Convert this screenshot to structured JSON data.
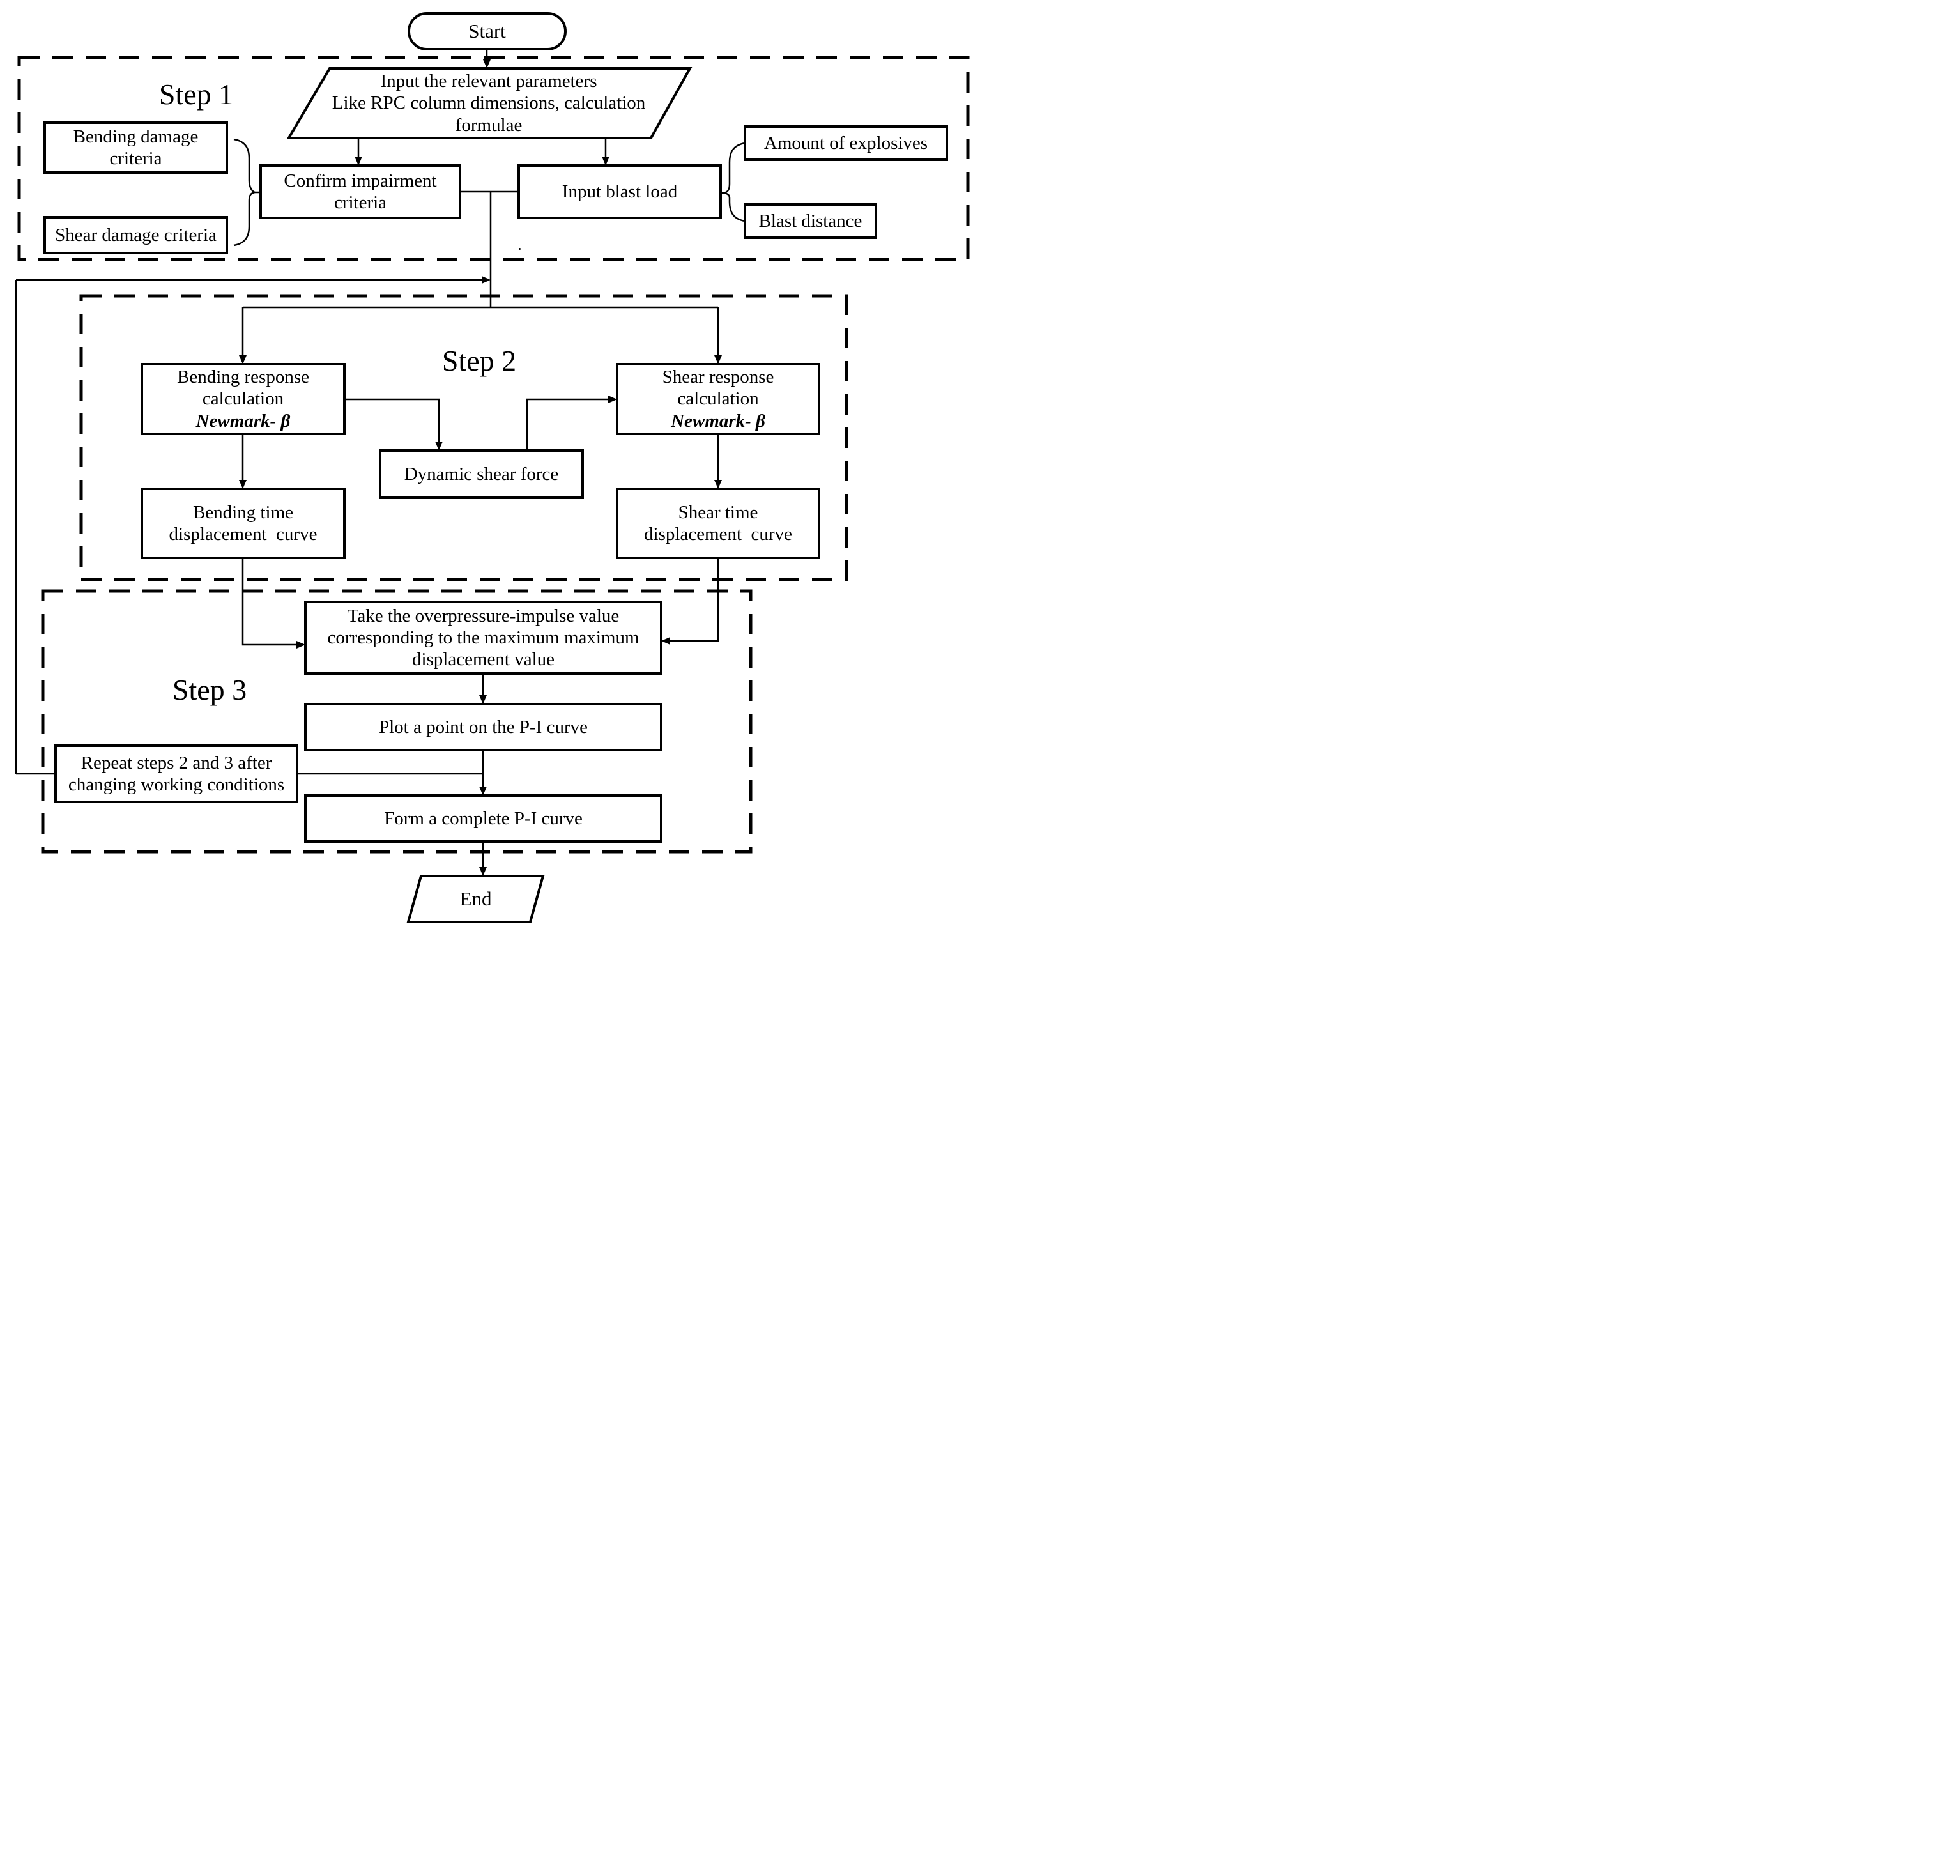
{
  "colors": {
    "ink": "#000000",
    "background": "#ffffff"
  },
  "flowchart": {
    "start_label": "Start",
    "end_label": "End",
    "step_labels": [
      "Step 1",
      "Step 2",
      "Step 3"
    ],
    "nodes": {
      "input_params": [
        "Input the relevant parameters",
        "Like RPC column dimensions, calculation",
        "formulae"
      ],
      "bending_damage": [
        "Bending damage",
        "criteria"
      ],
      "shear_damage": [
        "Shear damage criteria"
      ],
      "confirm_impairment": [
        "Confirm impairment",
        "criteria"
      ],
      "input_blast_load": [
        "Input blast load"
      ],
      "amount_of_explosives": [
        "Amount of explosives"
      ],
      "blast_distance": [
        "Blast distance"
      ],
      "bending_response": [
        "Bending response",
        "calculation",
        "Newmark- β"
      ],
      "shear_response": [
        "Shear response",
        "calculation",
        "Newmark- β"
      ],
      "dynamic_shear_force": [
        "Dynamic shear force"
      ],
      "bending_time_curve": [
        "Bending time",
        "displacement  curve"
      ],
      "shear_time_curve": [
        "Shear time",
        "displacement  curve"
      ],
      "take_overpressure": [
        "Take the overpressure-impulse value",
        "corresponding to the maximum maximum",
        "displacement value"
      ],
      "plot_point": [
        "Plot a point on the P-I curve"
      ],
      "repeat_steps": [
        "Repeat steps 2 and 3 after",
        "changing working conditions"
      ],
      "form_curve": [
        "Form a complete P-I curve"
      ]
    }
  }
}
